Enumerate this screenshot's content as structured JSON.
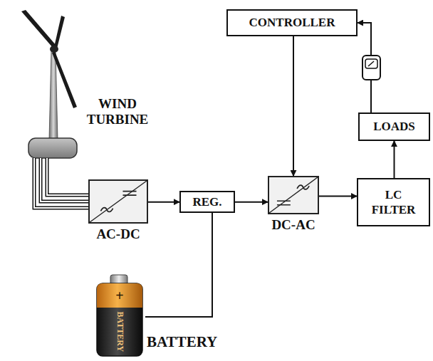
{
  "diagram": {
    "nodes": [
      {
        "text": [
          "CONTROLLER"
        ]
      },
      {
        "text": [
          "LOADS"
        ]
      },
      {
        "text": [
          "AC-DC"
        ]
      },
      {
        "text": [
          "REG."
        ]
      },
      {
        "text": [
          "DC-AC"
        ]
      },
      {
        "text": [
          "LC FILTER"
        ]
      }
    ],
    "edges": [
      {
        "from": 2,
        "to": 3,
        "arrow": "to"
      },
      {
        "from": 3,
        "to": 4,
        "arrow": "to"
      },
      {
        "from": 4,
        "to": 5,
        "arrow": "to"
      },
      {
        "from": 5,
        "to": 1,
        "arrow": "to"
      },
      {
        "from": 1,
        "to": 0,
        "arrow": "to"
      },
      {
        "from": 0,
        "to": 4,
        "arrow": "to"
      }
    ],
    "labels": [
      "WIND TURBINE",
      "+",
      "BATTERY",
      "BATTERY"
    ]
  }
}
